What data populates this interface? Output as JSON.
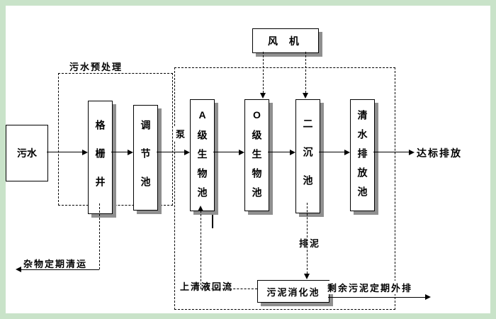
{
  "colors": {
    "background": "#c9e3c9",
    "panel": "#ffffff",
    "box_fill": "#ffffff",
    "box_shadow": "#8f8f8f",
    "line": "#000000"
  },
  "influent": {
    "label": "污水"
  },
  "pretreatment": {
    "title": "污水预处理",
    "tanks": [
      {
        "label": "格栅井"
      },
      {
        "label": "调节池"
      }
    ]
  },
  "fan": {
    "label": "风 机"
  },
  "pump": {
    "label": "泵"
  },
  "main_tanks": [
    {
      "label": "A级生物池"
    },
    {
      "label": "O级生物池"
    },
    {
      "label": "二沉池"
    },
    {
      "label": "清水排放池"
    }
  ],
  "effluent": {
    "label": "达标排放"
  },
  "digestion": {
    "label": "污泥消化池"
  },
  "annotations": {
    "debris_removal": "杂物定期清运",
    "supernatant_return": "上清液回流",
    "sludge_discharge": "排泥",
    "excess_sludge_discharge": "剩余污泥定期外排"
  }
}
